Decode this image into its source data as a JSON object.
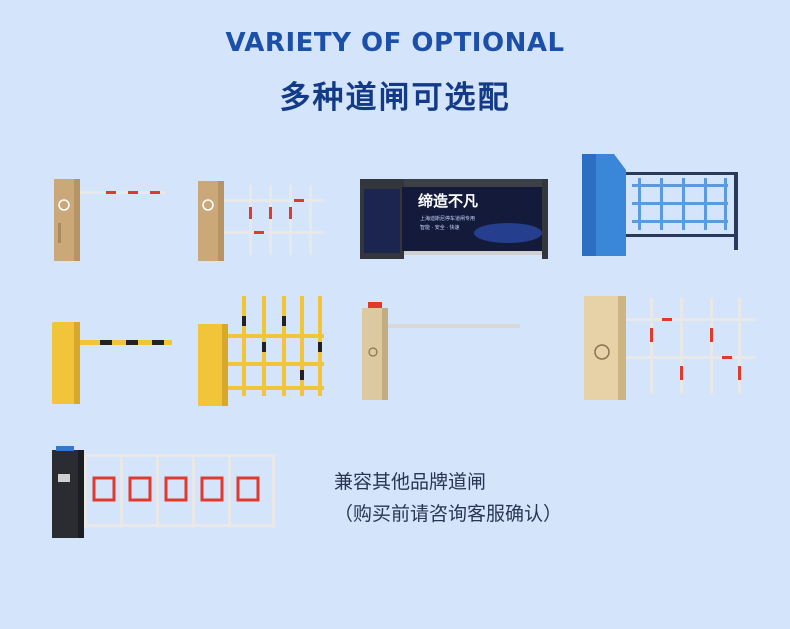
{
  "header": {
    "title_en": "VARIETY OF OPTIONAL",
    "title_cn": "多种道闸可选配"
  },
  "billboard": {
    "headline": "缔造不凡",
    "sub_line_1": "上海迪斯尼停车道闸专用",
    "sub_line_2": "智能 · 安全 · 快速"
  },
  "note": {
    "line1": "兼容其他品牌道闸",
    "line2": "（购买前请咨询客服确认）"
  },
  "colors": {
    "background": "#d4e4fb",
    "title_blue": "#1c4fa8",
    "title_dark_blue": "#133a86",
    "boom_red": "#e03a2c",
    "gold_cabinet": "#cba879",
    "yellow_cabinet": "#f1c43a",
    "blue_gate": "#3a86d8"
  }
}
